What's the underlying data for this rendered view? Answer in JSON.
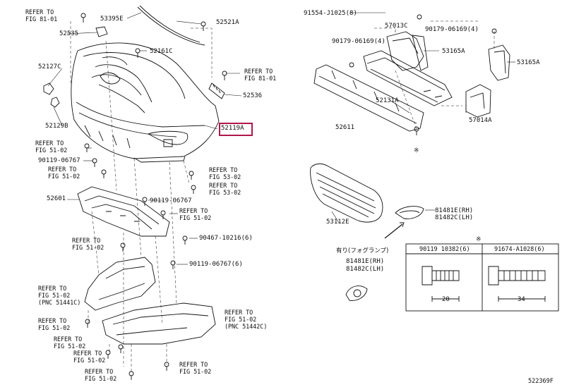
{
  "refs": {
    "fig81_top": [
      "REFER TO",
      "FIG 81-01"
    ],
    "fig81_right": [
      "REFER TO",
      "FIG 81-01"
    ],
    "fig51_a": [
      "REFER TO",
      "FIG 51-02"
    ],
    "fig51_b": [
      "REFER TO",
      "FIG 51-02"
    ],
    "fig53_a": [
      "REFER TO",
      "FIG 53-02"
    ],
    "fig53_b": [
      "REFER TO",
      "FIG 53-02"
    ],
    "fig51_c": [
      "REFER TO",
      "FIG 51-02"
    ],
    "fig51_d": [
      "REFER TO",
      "FIG 51-02"
    ],
    "fig51_pnc1": [
      "REFER TO",
      "FIG 51-02",
      "(PNC 51441C)"
    ],
    "fig51_pnc2": [
      "REFER TO",
      "FIG 51-02",
      "(PNC 51442C)"
    ],
    "fig51_e": [
      "REFER TO",
      "FIG 51-02"
    ],
    "fig51_f": [
      "REFER TO",
      "FIG 51-02"
    ],
    "fig51_g": [
      "REFER TO",
      "FIG 51-02"
    ],
    "fig51_h": [
      "REFER TO",
      "FIG 51-02"
    ]
  },
  "parts": {
    "p53395e": "53395E",
    "p52521a": "52521A",
    "p52535": "52535",
    "p52161c": "52161C",
    "p52127c": "52127C",
    "p52536": "52536",
    "p52129b": "52129B",
    "p52119a": "52119A",
    "p90119_06767": "90119-06767",
    "p52601": "52601",
    "p90119_06767b": "90119-06767",
    "p90467": "90467-10216(6)",
    "p90119_06767c": "90119-06767(6)",
    "p91554": "91554-J1025(8)",
    "p57013c": "57013C",
    "p90179a": "90179-06169(4)",
    "p90179b": "90179-06169(4)",
    "p53165a_l": "53165A",
    "p53165a_r": "53165A",
    "p52131a": "52131A",
    "p57014a": "57014A",
    "p52611": "52611",
    "p53112e": "53112E",
    "p81481e_a": "81481E(RH)",
    "p81482c_a": "81482C(LH)",
    "p81481e_b": "81481E(RH)",
    "p81482c_b": "81482C(LH)",
    "fog_note": "有り(フォグランプ)",
    "star": "※",
    "bolt1": "90119 10382(6)",
    "bolt2": "91674-A1028(6)",
    "dim1": "20",
    "dim2": "34",
    "fig_code": "522369F"
  }
}
